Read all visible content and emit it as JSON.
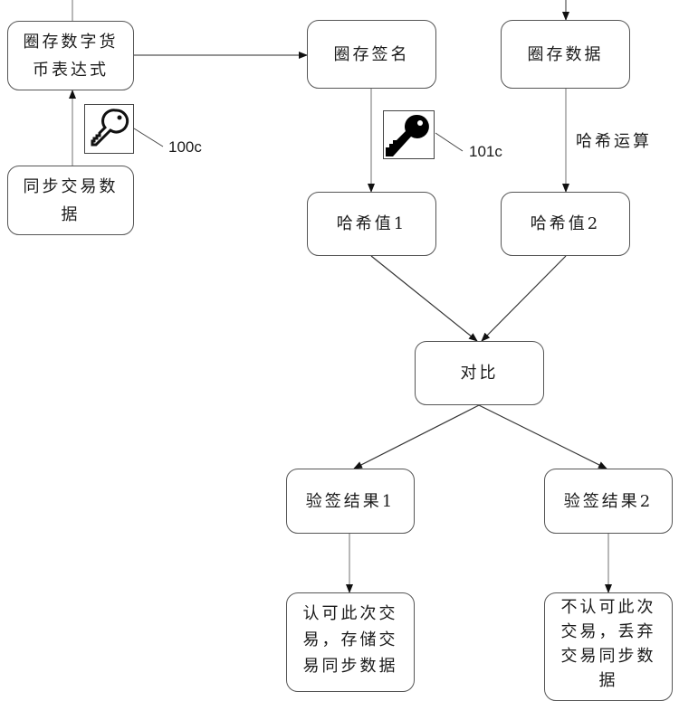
{
  "diagram": {
    "nodes": [
      {
        "id": "n1",
        "text": "圈存数字货币表达式"
      },
      {
        "id": "n2",
        "text": "同步交易数据"
      },
      {
        "id": "n3",
        "text": "圈存签名"
      },
      {
        "id": "n4",
        "text": "圈存数据"
      },
      {
        "id": "n5",
        "text": "哈希值1"
      },
      {
        "id": "n6",
        "text": "哈希值2"
      },
      {
        "id": "n7",
        "text": "对比"
      },
      {
        "id": "n8",
        "text": "验签结果1"
      },
      {
        "id": "n9",
        "text": "验签结果2"
      },
      {
        "id": "n10",
        "text": "认可此次交易，存储交易同步数据"
      },
      {
        "id": "n11",
        "text": "不认可此次交易，丢弃交易同步数据"
      }
    ],
    "edges": [
      {
        "from": "n2",
        "to": "n1",
        "via_key": "100c"
      },
      {
        "from": "n1",
        "to": "n3"
      },
      {
        "from": "n3",
        "to": "n5",
        "via_key": "101c"
      },
      {
        "from": "n4",
        "to": "n6",
        "label": "哈希运算"
      },
      {
        "from": "n5",
        "to": "n7"
      },
      {
        "from": "n6",
        "to": "n7"
      },
      {
        "from": "n7",
        "to": "n8"
      },
      {
        "from": "n7",
        "to": "n9"
      },
      {
        "from": "n8",
        "to": "n10"
      },
      {
        "from": "n9",
        "to": "n11"
      }
    ],
    "edge_labels": {
      "hash_op": "哈希运算"
    },
    "keys": [
      {
        "ref": "100c",
        "style": "outline",
        "icon": "key-outline-icon"
      },
      {
        "ref": "101c",
        "style": "filled",
        "icon": "key-filled-icon"
      }
    ],
    "colors": {
      "stroke": "#555555",
      "text": "#1a1a1a",
      "background": "#ffffff"
    }
  }
}
